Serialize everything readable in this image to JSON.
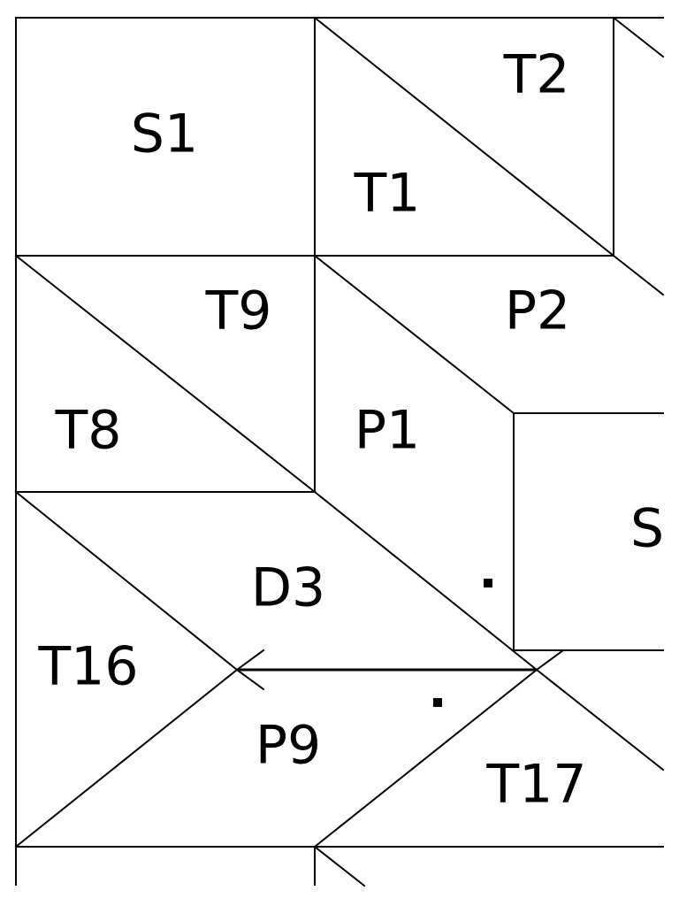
{
  "pieces": [
    {
      "id": "S1",
      "label": "S1"
    },
    {
      "id": "T2",
      "label": "T2"
    },
    {
      "id": "T1",
      "label": "T1"
    },
    {
      "id": "T9",
      "label": "T9"
    },
    {
      "id": "P2",
      "label": "P2"
    },
    {
      "id": "T8",
      "label": "T8"
    },
    {
      "id": "P1",
      "label": "P1"
    },
    {
      "id": "S-partial",
      "label": "S"
    },
    {
      "id": "D3",
      "label": "D3"
    },
    {
      "id": "T16",
      "label": "T16"
    },
    {
      "id": "P9",
      "label": "P9"
    },
    {
      "id": "T17",
      "label": "T17"
    }
  ],
  "colors": {
    "line": "#000000",
    "background": "#ffffff"
  }
}
